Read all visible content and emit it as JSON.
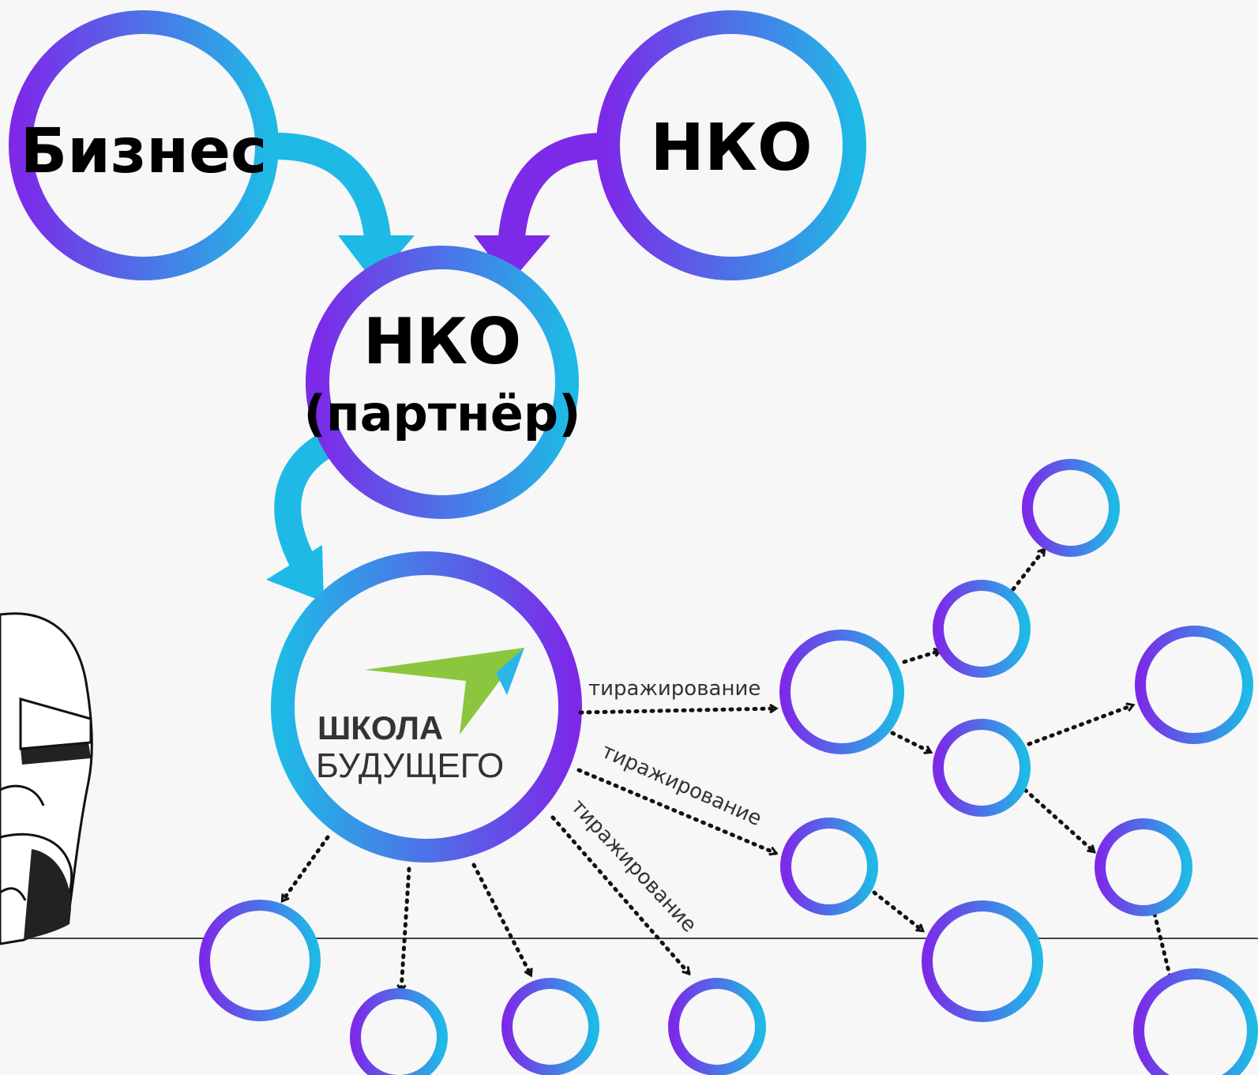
{
  "nodes": {
    "business": "Бизнес",
    "nko_top": "НКО",
    "nko_partner_line1": "НКО",
    "nko_partner_line2": "(партнёр)"
  },
  "school": {
    "line1": "ШКОЛА",
    "line2": "БУДУЩЕГО"
  },
  "edges": {
    "replication_1": "тиражирование",
    "replication_2": "тиражирование",
    "replication_3": "тиражирование"
  },
  "colors": {
    "gradient_purple": "#7c2ae8",
    "gradient_blue": "#1fb9e6",
    "logo_green": "#8cc63f",
    "logo_blue": "#2bb5e8"
  }
}
